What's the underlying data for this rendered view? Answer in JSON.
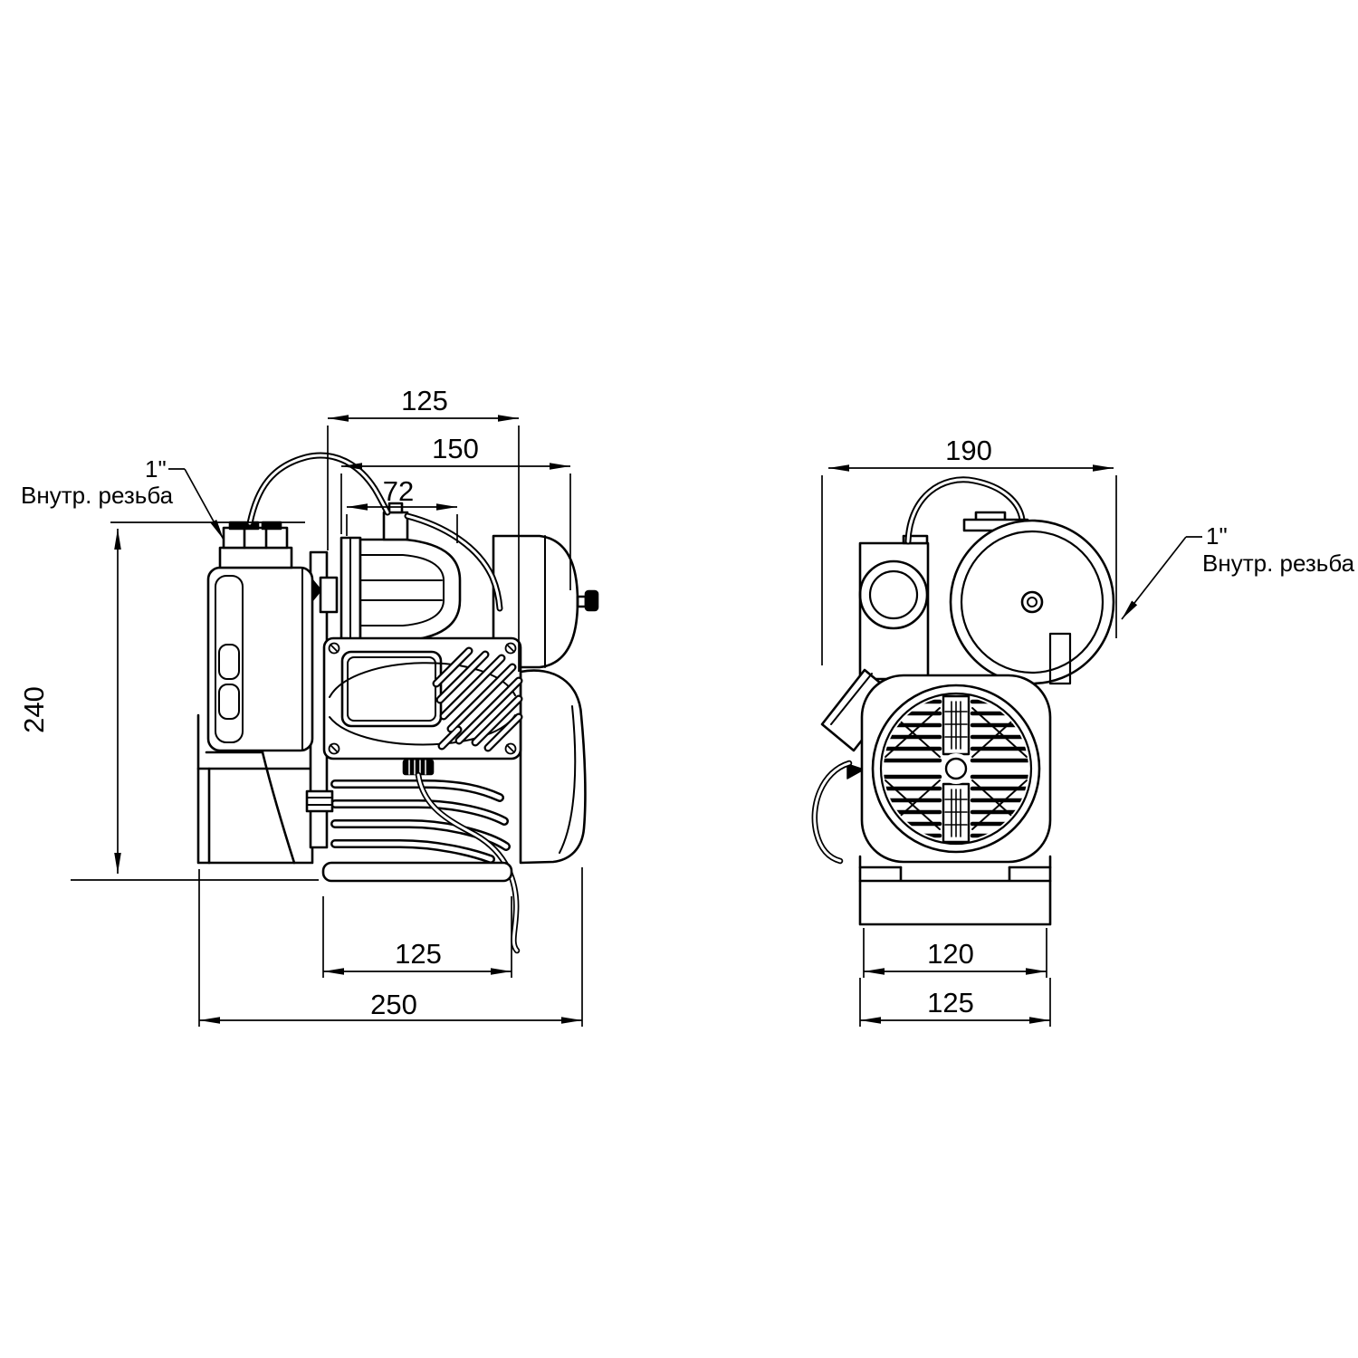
{
  "page": {
    "background_color": "#ffffff",
    "line_color": "#000000"
  },
  "views": {
    "side": {
      "dims": {
        "pump_head_width": "125",
        "upper_body_width": "150",
        "ejector_depth": "72",
        "overall_height": "240",
        "base_plate_width": "125",
        "overall_length": "250"
      },
      "port_label": {
        "size": "1\"",
        "type": "Внутр. резьба"
      }
    },
    "front": {
      "dims": {
        "overall_width": "190",
        "foot_spacing": "120",
        "base_width": "125"
      },
      "port_label": {
        "size": "1\"",
        "type": "Внутр. резьба"
      }
    }
  }
}
